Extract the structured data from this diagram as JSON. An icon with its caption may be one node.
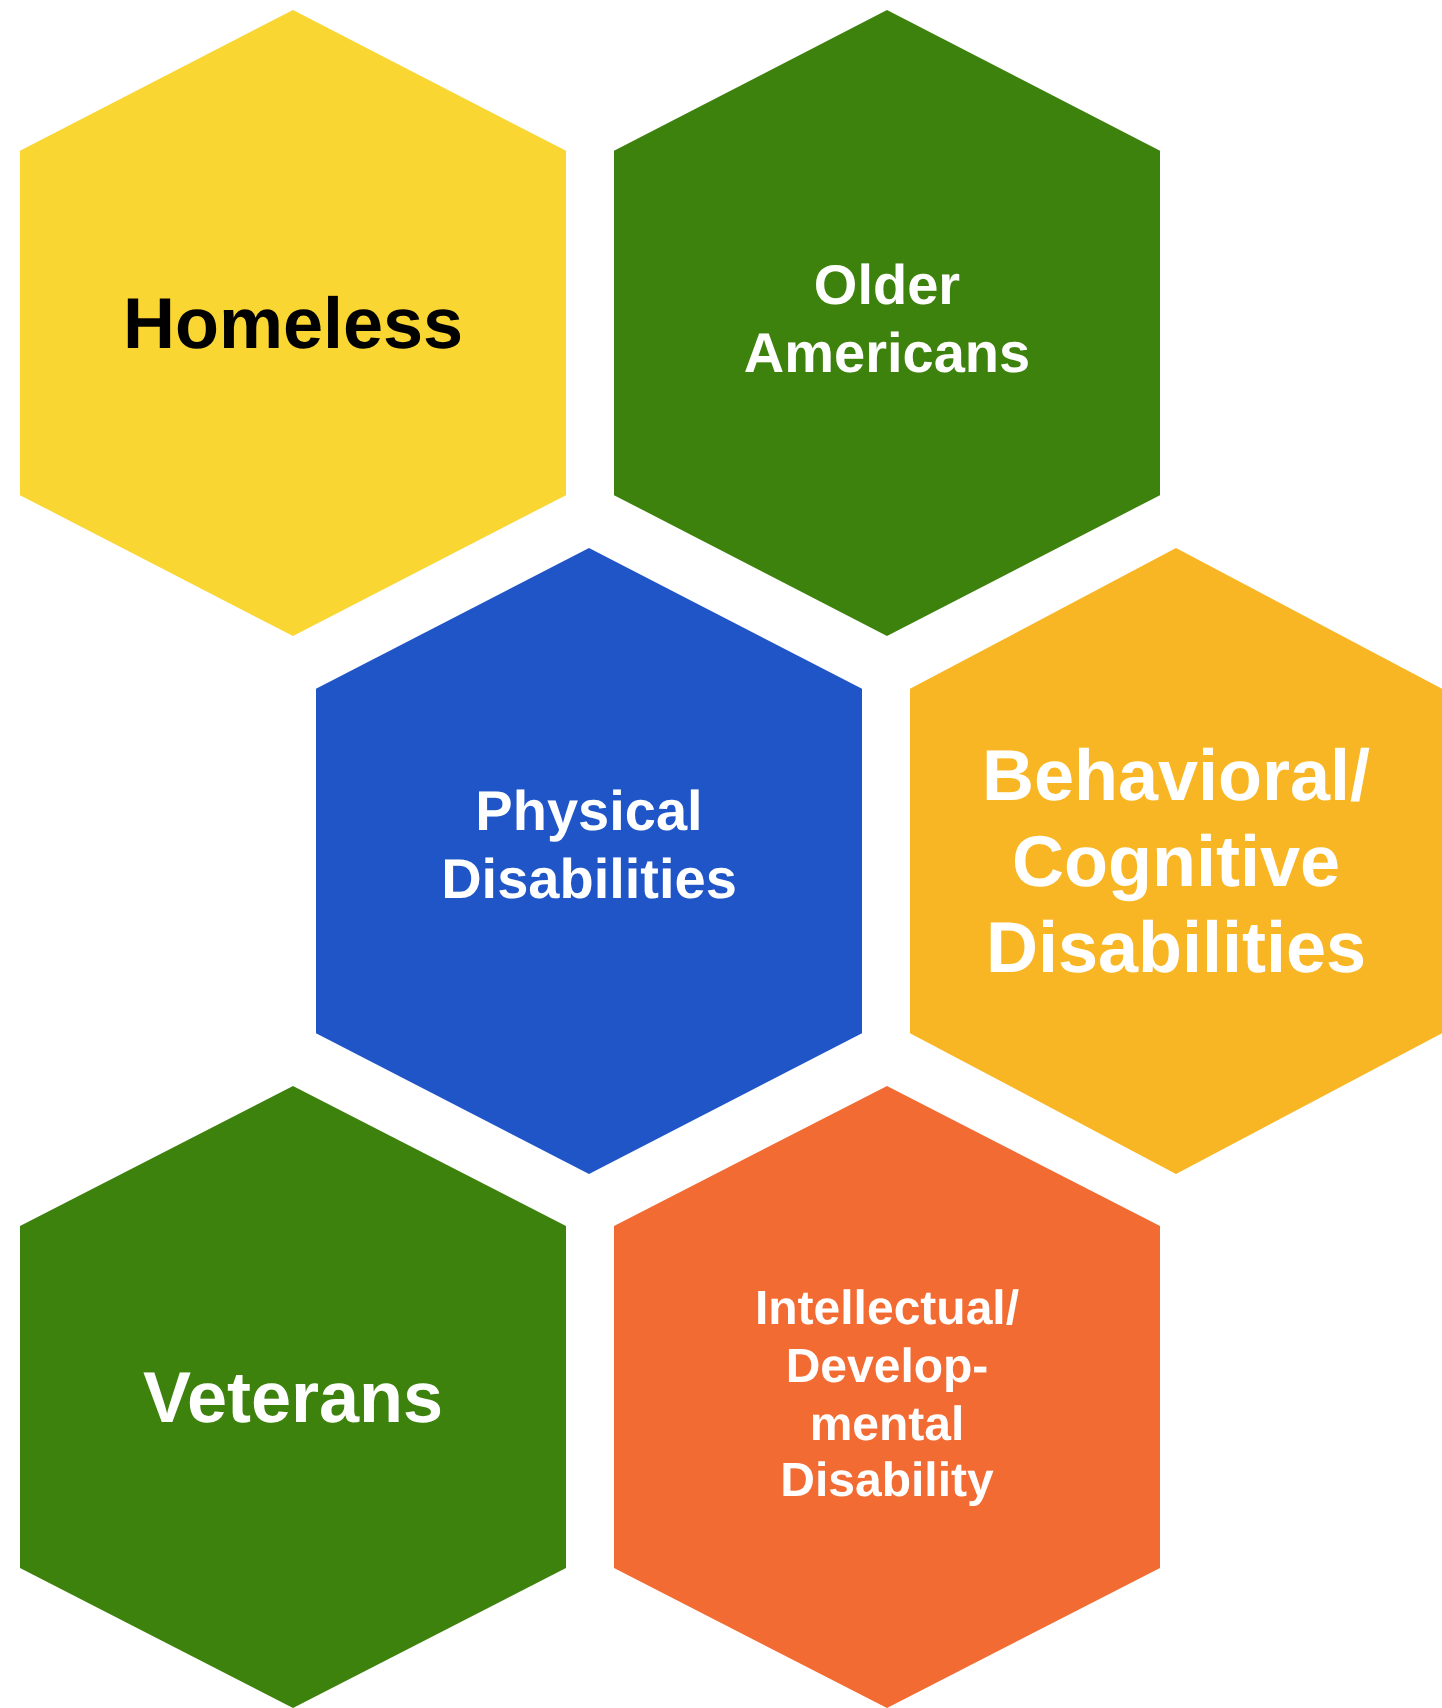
{
  "diagram": {
    "nodes": [
      {
        "text": [
          "Homeless"
        ]
      },
      {
        "text": [
          "Older Americans"
        ]
      },
      {
        "text": [
          "Physical Disabilities"
        ]
      },
      {
        "text": [
          "Behavioral/ Cognitive Disabilities"
        ]
      },
      {
        "text": [
          "Veterans"
        ]
      },
      {
        "text": [
          "Intellectual/ Develop- mental Disability"
        ]
      }
    ]
  }
}
